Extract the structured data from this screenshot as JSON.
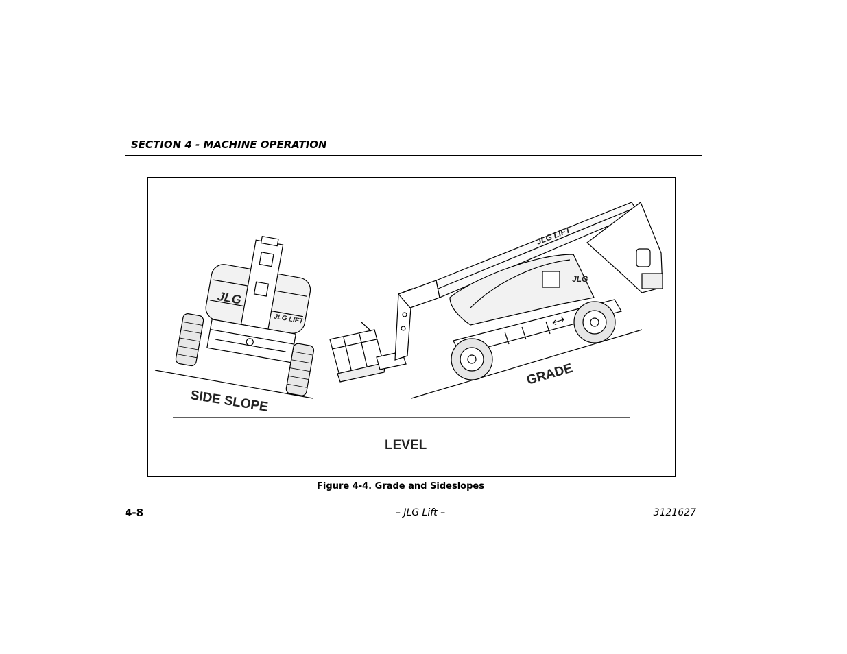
{
  "header": {
    "section_title": "SECTION 4 - MACHINE OPERATION"
  },
  "figure": {
    "labels": {
      "side_slope": "SIDE SLOPE",
      "grade": "GRADE",
      "level": "LEVEL"
    },
    "brand_marks": {
      "jlg": "JLG",
      "jlg_lift": "JLG LIFT"
    },
    "caption": "Figure 4-4. Grade and Sideslopes"
  },
  "footer": {
    "page_number": "4-8",
    "center_text": "– JLG Lift –",
    "doc_number": "3121627"
  }
}
